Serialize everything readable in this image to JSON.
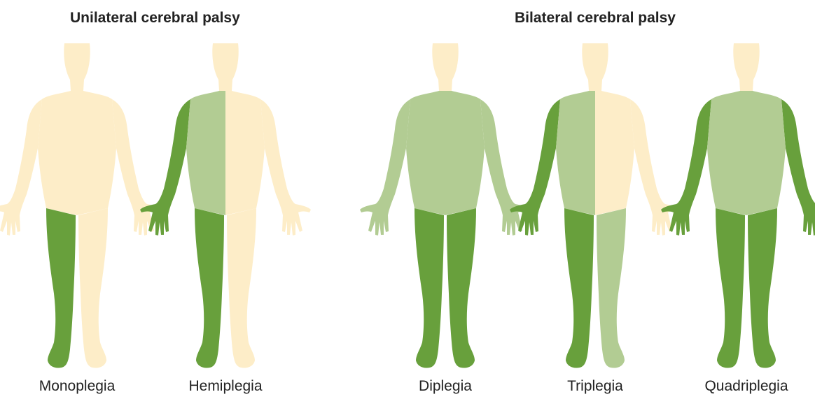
{
  "colors": {
    "unaffected": "#fdedc8",
    "mild": "#b2cc93",
    "severe": "#68a03c"
  },
  "groups": [
    {
      "title": "Unilateral cerebral palsy"
    },
    {
      "title": "Bilateral cerebral palsy"
    }
  ],
  "figures": [
    {
      "label": "Monoplegia",
      "regions": {
        "head": "unaffected",
        "rarm": "unaffected",
        "larm": "unaffected",
        "trunkR": "unaffected",
        "trunkL": "unaffected",
        "rleg": "severe",
        "lleg": "unaffected"
      }
    },
    {
      "label": "Hemiplegia",
      "regions": {
        "head": "unaffected",
        "rarm": "severe",
        "larm": "unaffected",
        "trunkR": "mild",
        "trunkL": "unaffected",
        "rleg": "severe",
        "lleg": "unaffected"
      }
    },
    {
      "label": "Diplegia",
      "regions": {
        "head": "unaffected",
        "rarm": "mild",
        "larm": "mild",
        "trunkR": "mild",
        "trunkL": "mild",
        "rleg": "severe",
        "lleg": "severe"
      }
    },
    {
      "label": "Triplegia",
      "regions": {
        "head": "unaffected",
        "rarm": "severe",
        "larm": "unaffected",
        "trunkR": "mild",
        "trunkL": "unaffected",
        "rleg": "severe",
        "lleg": "mild"
      }
    },
    {
      "label": "Quadriplegia",
      "regions": {
        "head": "unaffected",
        "rarm": "severe",
        "larm": "severe",
        "trunkR": "mild",
        "trunkL": "mild",
        "rleg": "severe",
        "lleg": "severe"
      }
    }
  ]
}
